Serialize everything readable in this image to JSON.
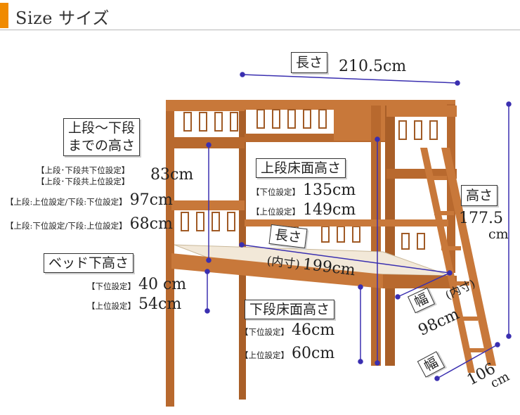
{
  "header": {
    "title": "Size サイズ",
    "accent_color": "#f08a00"
  },
  "length_top": {
    "label": "長さ",
    "value": "210.5cm"
  },
  "height": {
    "label": "高さ",
    "value": "177.5",
    "unit": "cm"
  },
  "upper_to_lower": {
    "label_line1": "上段〜下段",
    "label_line2": "までの高さ",
    "rows": [
      {
        "note1": "【上段･下段共下位設定】",
        "note2": "【上段･下段共上位設定】",
        "value": "83cm"
      },
      {
        "note": "【上段:上位設定/下段:下位設定】",
        "value": "97cm"
      },
      {
        "note": "【上段:下位設定/下段:上位設定】",
        "value": "68cm"
      }
    ]
  },
  "upper_floor": {
    "label": "上段床面高さ",
    "rows": [
      {
        "note": "【下位設定】",
        "value": "135cm"
      },
      {
        "note": "【上位設定】",
        "value": "149cm"
      }
    ]
  },
  "bed_under": {
    "label": "ベッド下高さ",
    "rows": [
      {
        "note": "【下位設定】",
        "value": "40 cm"
      },
      {
        "note": "【上位設定】",
        "value": "54cm"
      }
    ]
  },
  "lower_floor": {
    "label": "下段床面高さ",
    "rows": [
      {
        "note": "【下位設定】",
        "value": "46cm"
      },
      {
        "note": "【上位設定】",
        "value": "60cm"
      }
    ]
  },
  "inner_length": {
    "label": "長さ",
    "note": "(内寸)",
    "value": "199cm"
  },
  "inner_width": {
    "label": "幅",
    "note": "(内寸)",
    "value": "98cm"
  },
  "width": {
    "label": "幅",
    "value": "106",
    "unit": "cm"
  },
  "colors": {
    "wood": "#b8692e",
    "wood_light": "#d48a4d",
    "dim_line": "#3a2fb0",
    "mattress": "#f2e8d8"
  }
}
